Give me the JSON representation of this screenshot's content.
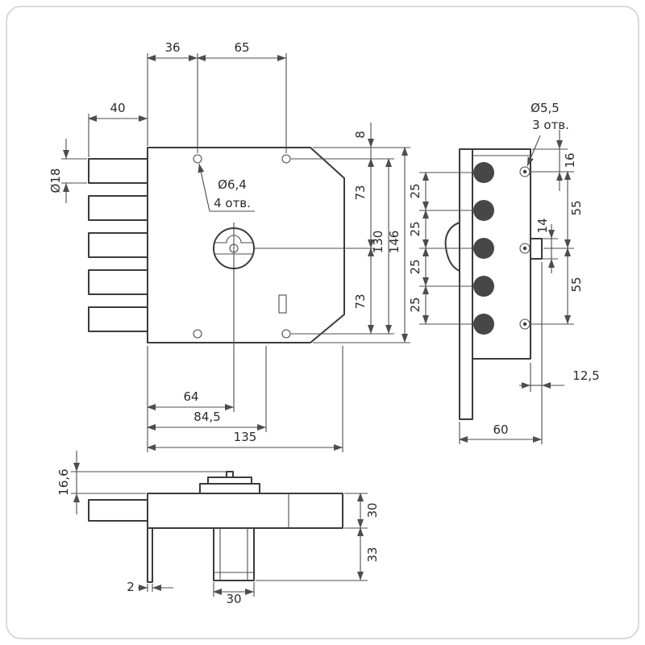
{
  "drawing": {
    "front": {
      "top_width_left": "36",
      "top_width_right": "65",
      "bolt_length": "40",
      "bolt_diameter": "Ø18",
      "hole_diameter": "Ø6,4",
      "hole_count": "4 отв.",
      "edge_offset": "8",
      "upper_span": "73",
      "lower_span": "73",
      "hole_pitch_height": "130",
      "body_height": "146",
      "key_center": "64",
      "mid_width": "84,5",
      "body_width": "135"
    },
    "side": {
      "screw_diameter": "Ø5,5",
      "screw_count": "3 отв.",
      "top_offset": "16",
      "bolt_pitch_1": "25",
      "bolt_pitch_2": "25",
      "bolt_pitch_3": "25",
      "bolt_pitch_4": "25",
      "screw_span_top": "55",
      "nub_height": "14",
      "screw_span_bottom": "55",
      "bottom_offset": "12,5",
      "depth": "60"
    },
    "bottom": {
      "knob_height": "16,6",
      "body_thickness": "30",
      "cylinder_height": "33",
      "plate_thickness": "2",
      "cylinder_width": "30"
    }
  }
}
